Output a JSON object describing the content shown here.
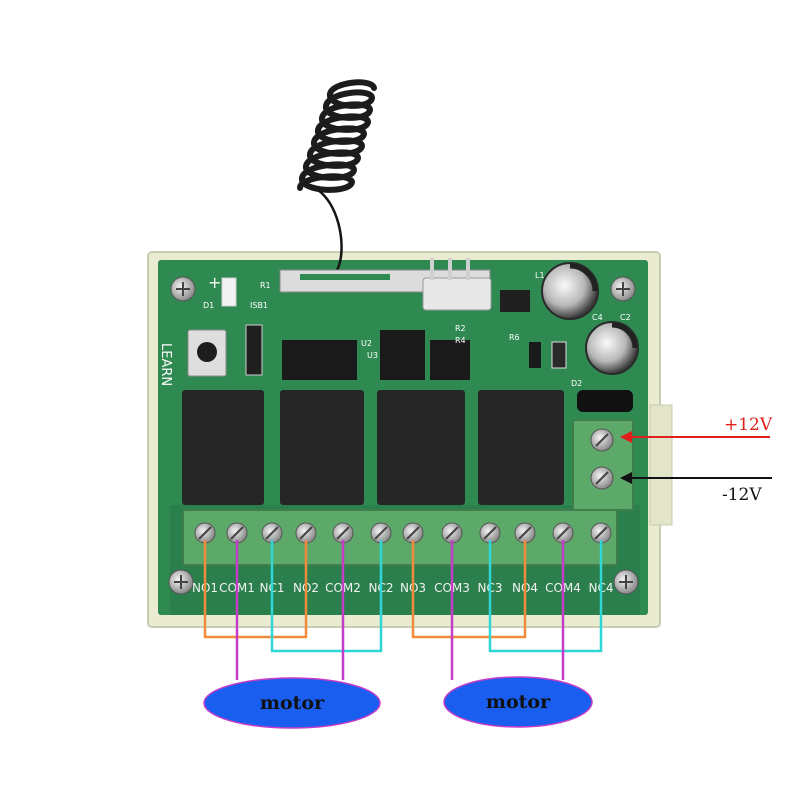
{
  "board": {
    "learn_label": "LEARN",
    "plus_sign": "+",
    "silk": {
      "d1": "D1",
      "isb1": "ISB1",
      "r1": "R1",
      "u2": "U2",
      "u3": "U3",
      "r2": "R2",
      "r4": "R4",
      "r6": "R6",
      "d2": "D2",
      "l1": "L1",
      "c4": "C4",
      "c2": "C2"
    }
  },
  "terminals": [
    {
      "label": "NO1"
    },
    {
      "label": "COM1"
    },
    {
      "label": "NC1"
    },
    {
      "label": "NO2"
    },
    {
      "label": "COM2"
    },
    {
      "label": "NC2"
    },
    {
      "label": "NO3"
    },
    {
      "label": "COM3"
    },
    {
      "label": "NC3"
    },
    {
      "label": "NO4"
    },
    {
      "label": "COM4"
    },
    {
      "label": "NC4"
    }
  ],
  "power": {
    "plus": {
      "label": "+12V",
      "color": "#e0201c"
    },
    "minus": {
      "label": "-12V",
      "color": "#111111"
    }
  },
  "motors": [
    {
      "label": "motor"
    },
    {
      "label": "motor"
    }
  ],
  "wire_colors": {
    "no": "#f08a3c",
    "com": "#c43cc8",
    "nc": "#2fd6d6"
  },
  "colors": {
    "pcb": "#2f8a52",
    "case": "#e9ecd0",
    "terminal_block": "#5da96a",
    "relay": "#262626",
    "motor_fill": "#1a5ef0"
  }
}
